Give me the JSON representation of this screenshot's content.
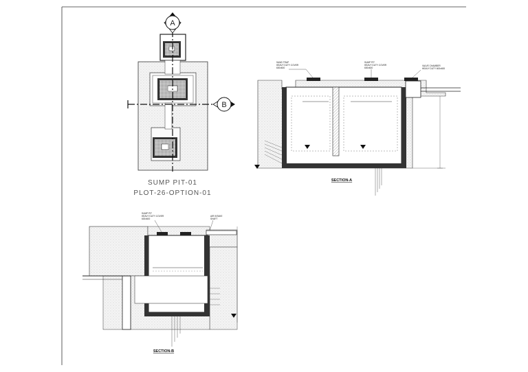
{
  "plan": {
    "title_line1": "SUMP PIT-01",
    "title_line2": "PLOT-26-OPTION-01",
    "marker_a": "A",
    "marker_b": "B"
  },
  "section_a": {
    "label": "SECTION-A",
    "callouts": {
      "sand_trap": [
        "SAND TRAP",
        "HEAVY DUTY COVER",
        "600x600"
      ],
      "sump_pit": [
        "SUMP PIT",
        "HEAVY DUTY COVER",
        "600x600"
      ],
      "valve_chamber": [
        "VALVE CHAMBER",
        "HEAVY DUTY 600x600"
      ]
    }
  },
  "section_b": {
    "label": "SECTION-B",
    "callout_sump": [
      "SUMP PIT",
      "HEAVY DUTY COVER",
      "600x600"
    ],
    "callout_side": [
      "AIR INTAKE",
      "SHAFT"
    ]
  },
  "colors": {
    "line": "#222222",
    "hatch": "#9a9a9a",
    "fill_light": "#f2f2f2"
  }
}
